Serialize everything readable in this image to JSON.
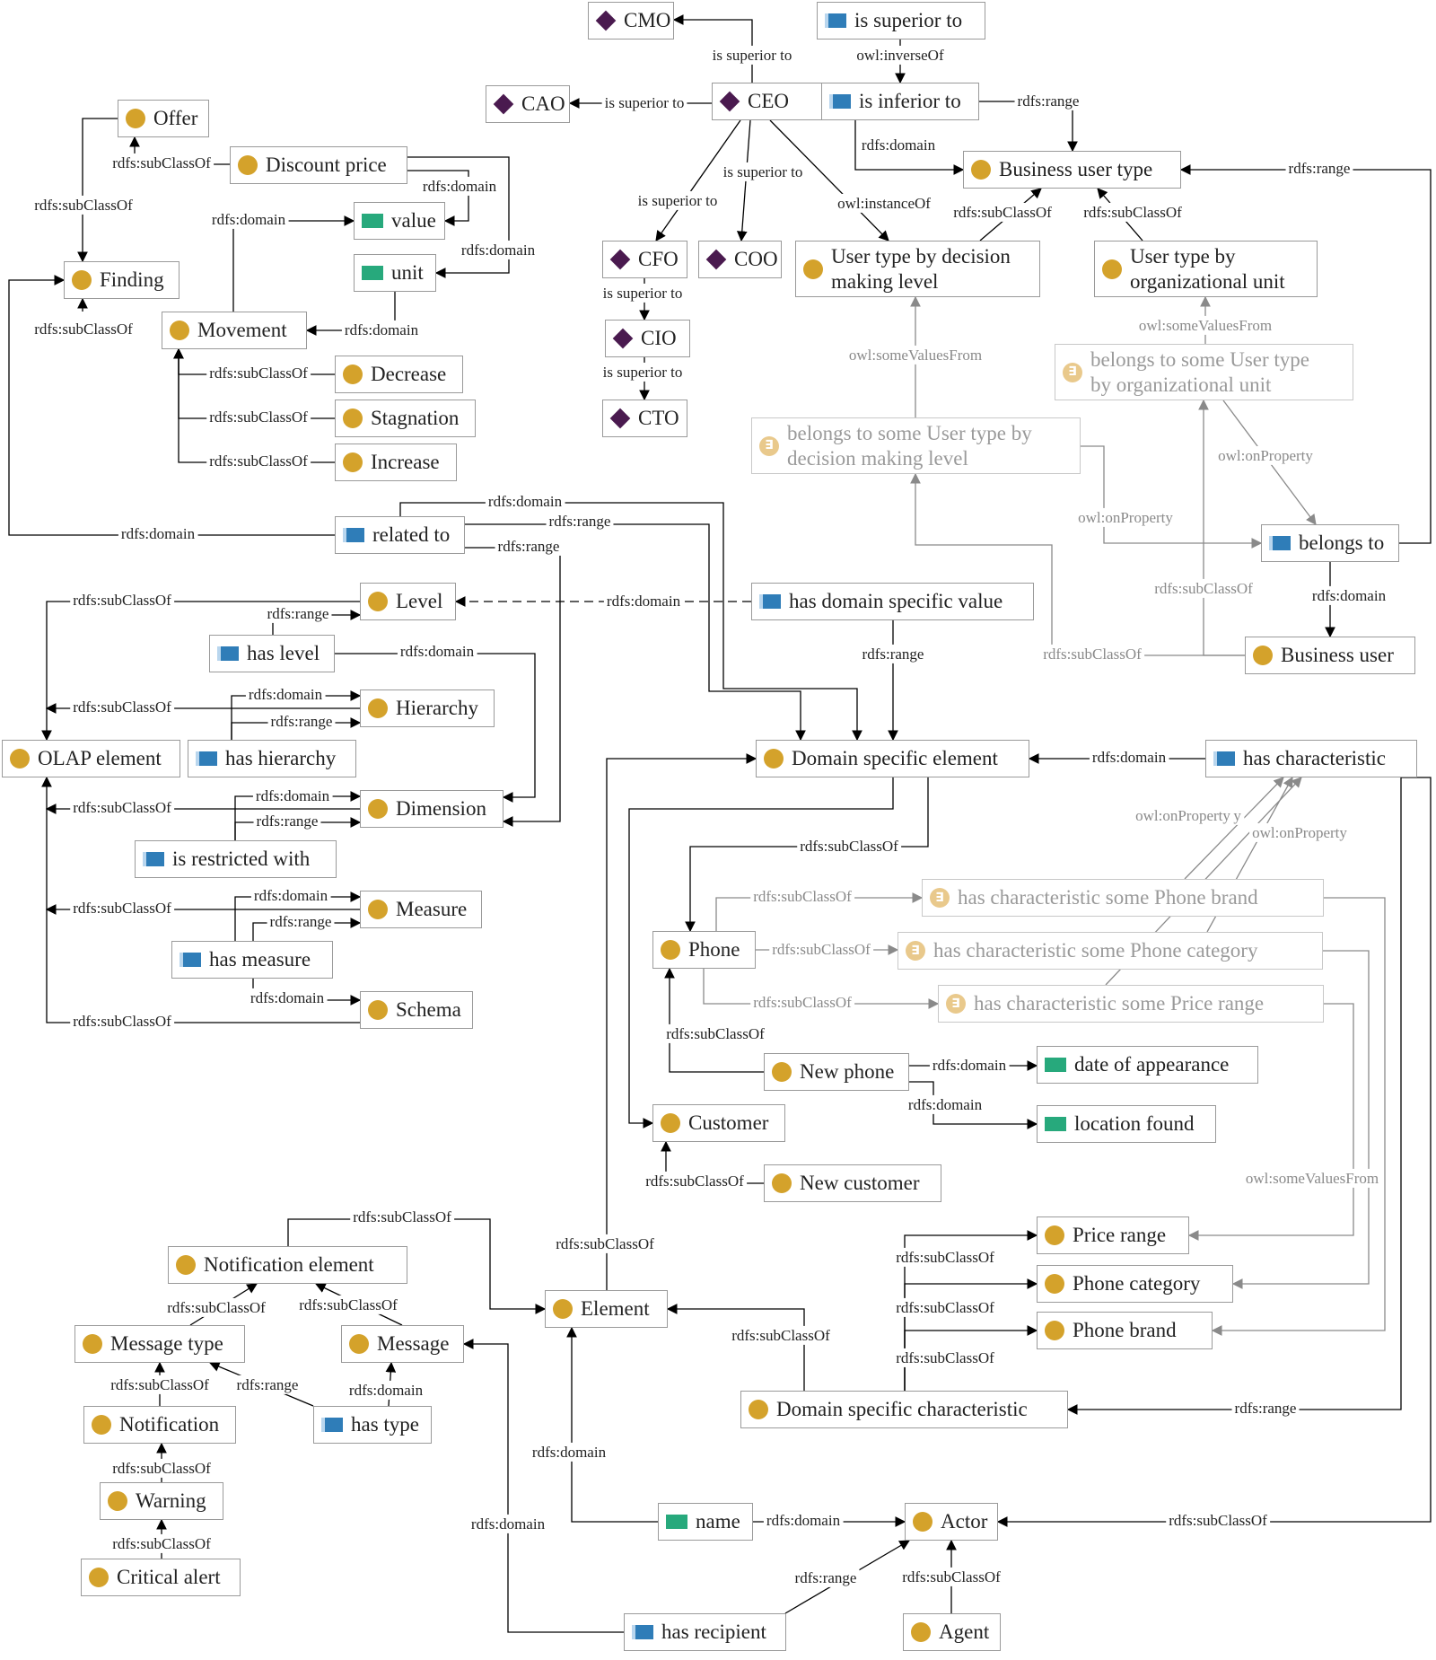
{
  "colors": {
    "class": "#d4a22b",
    "object_property": "#2f7db8",
    "data_property": "#27a97c",
    "individual": "#4a1a4f",
    "existential": "#e9c98c",
    "edge": "#000000",
    "edge_faded": "#8a8a8a"
  },
  "nodes": [
    {
      "id": "cmo",
      "type": "individual",
      "label": "CMO"
    },
    {
      "id": "cao",
      "type": "individual",
      "label": "CAO"
    },
    {
      "id": "ceo",
      "type": "individual",
      "label": "CEO"
    },
    {
      "id": "cfo",
      "type": "individual",
      "label": "CFO"
    },
    {
      "id": "coo",
      "type": "individual",
      "label": "COO"
    },
    {
      "id": "cio",
      "type": "individual",
      "label": "CIO"
    },
    {
      "id": "cto",
      "type": "individual",
      "label": "CTO"
    },
    {
      "id": "is_superior_to",
      "type": "object_property",
      "label": "is superior to"
    },
    {
      "id": "is_inferior_to",
      "type": "object_property",
      "label": "is inferior to"
    },
    {
      "id": "business_user_type",
      "type": "class",
      "label": "Business user type"
    },
    {
      "id": "ut_decision",
      "type": "class",
      "label": "User type by decision\nmaking level"
    },
    {
      "id": "ut_org",
      "type": "class",
      "label": "User type by\norganizational unit"
    },
    {
      "id": "belongs_org",
      "type": "existential",
      "label": "belongs to  some  User type\nby organizational unit"
    },
    {
      "id": "belongs_dec",
      "type": "existential",
      "label": "belongs to  some  User type by\ndecision making level"
    },
    {
      "id": "belongs_to",
      "type": "object_property",
      "label": "belongs to"
    },
    {
      "id": "business_user",
      "type": "class",
      "label": "Business user"
    },
    {
      "id": "offer",
      "type": "class",
      "label": "Offer"
    },
    {
      "id": "discount_price",
      "type": "class",
      "label": "Discount price"
    },
    {
      "id": "value",
      "type": "data_property",
      "label": "value"
    },
    {
      "id": "unit",
      "type": "data_property",
      "label": "unit"
    },
    {
      "id": "finding",
      "type": "class",
      "label": "Finding"
    },
    {
      "id": "movement",
      "type": "class",
      "label": "Movement"
    },
    {
      "id": "decrease",
      "type": "class",
      "label": "Decrease"
    },
    {
      "id": "stagnation",
      "type": "class",
      "label": "Stagnation"
    },
    {
      "id": "increase",
      "type": "class",
      "label": "Increase"
    },
    {
      "id": "related_to",
      "type": "object_property",
      "label": "related to"
    },
    {
      "id": "level",
      "type": "class",
      "label": "Level"
    },
    {
      "id": "has_dsv",
      "type": "object_property",
      "label": "has domain specific value"
    },
    {
      "id": "has_level",
      "type": "object_property",
      "label": "has level"
    },
    {
      "id": "hierarchy",
      "type": "class",
      "label": "Hierarchy"
    },
    {
      "id": "olap",
      "type": "class",
      "label": "OLAP element"
    },
    {
      "id": "has_hierarchy",
      "type": "object_property",
      "label": "has hierarchy"
    },
    {
      "id": "dimension",
      "type": "class",
      "label": "Dimension"
    },
    {
      "id": "is_restricted",
      "type": "object_property",
      "label": "is restricted with"
    },
    {
      "id": "measure",
      "type": "class",
      "label": "Measure"
    },
    {
      "id": "has_measure",
      "type": "object_property",
      "label": "has measure"
    },
    {
      "id": "schema",
      "type": "class",
      "label": "Schema"
    },
    {
      "id": "dse",
      "type": "class",
      "label": "Domain specific element"
    },
    {
      "id": "has_char",
      "type": "object_property",
      "label": "has characteristic"
    },
    {
      "id": "hc_brand",
      "type": "existential",
      "label": "has characteristic  some  Phone brand"
    },
    {
      "id": "hc_cat",
      "type": "existential",
      "label": "has characteristic  some  Phone category"
    },
    {
      "id": "hc_price",
      "type": "existential",
      "label": "has characteristic  some  Price range"
    },
    {
      "id": "phone",
      "type": "class",
      "label": "Phone"
    },
    {
      "id": "new_phone",
      "type": "class",
      "label": "New phone"
    },
    {
      "id": "date_app",
      "type": "data_property",
      "label": "date of appearance"
    },
    {
      "id": "customer",
      "type": "class",
      "label": "Customer"
    },
    {
      "id": "location",
      "type": "data_property",
      "label": "location found"
    },
    {
      "id": "new_customer",
      "type": "class",
      "label": "New customer"
    },
    {
      "id": "price_range",
      "type": "class",
      "label": "Price range"
    },
    {
      "id": "phone_cat",
      "type": "class",
      "label": "Phone category"
    },
    {
      "id": "phone_brand",
      "type": "class",
      "label": "Phone brand"
    },
    {
      "id": "dsc",
      "type": "class",
      "label": "Domain specific characteristic"
    },
    {
      "id": "notif_elem",
      "type": "class",
      "label": "Notification element"
    },
    {
      "id": "element",
      "type": "class",
      "label": "Element"
    },
    {
      "id": "message_type",
      "type": "class",
      "label": "Message type"
    },
    {
      "id": "message",
      "type": "class",
      "label": "Message"
    },
    {
      "id": "notification",
      "type": "class",
      "label": "Notification"
    },
    {
      "id": "has_type",
      "type": "object_property",
      "label": "has type"
    },
    {
      "id": "warning",
      "type": "class",
      "label": "Warning"
    },
    {
      "id": "critical",
      "type": "class",
      "label": "Critical alert"
    },
    {
      "id": "name",
      "type": "data_property",
      "label": "name"
    },
    {
      "id": "actor",
      "type": "class",
      "label": "Actor"
    },
    {
      "id": "has_recipient",
      "type": "object_property",
      "label": "has recipient"
    },
    {
      "id": "agent",
      "type": "class",
      "label": "Agent"
    }
  ],
  "edges": [
    {
      "from": "ceo",
      "to": "cmo",
      "label": "is superior to"
    },
    {
      "from": "ceo",
      "to": "cao",
      "label": "is superior to"
    },
    {
      "from": "ceo",
      "to": "cfo",
      "label": "is superior to"
    },
    {
      "from": "ceo",
      "to": "coo",
      "label": "is superior to"
    },
    {
      "from": "cfo",
      "to": "cio",
      "label": "is superior to"
    },
    {
      "from": "cio",
      "to": "cto",
      "label": "is superior to"
    },
    {
      "from": "ceo",
      "to": "ut_decision",
      "label": "owl:instanceOf"
    },
    {
      "from": "is_superior_to",
      "to": "is_inferior_to",
      "label": "owl:inverseOf"
    },
    {
      "from": "is_inferior_to",
      "to": "business_user_type",
      "label": "rdfs:range"
    },
    {
      "from": "is_inferior_to",
      "to": "business_user_type",
      "label": "rdfs:domain"
    },
    {
      "from": "ut_decision",
      "to": "business_user_type",
      "label": "rdfs:subClassOf"
    },
    {
      "from": "ut_org",
      "to": "business_user_type",
      "label": "rdfs:subClassOf"
    },
    {
      "from": "belongs_to",
      "to": "business_user_type",
      "label": "rdfs:range"
    },
    {
      "from": "belongs_org",
      "to": "ut_org",
      "label": "owl:someValuesFrom"
    },
    {
      "from": "belongs_dec",
      "to": "ut_decision",
      "label": "owl:someValuesFrom"
    },
    {
      "from": "belongs_org",
      "to": "belongs_to",
      "label": "owl:onProperty"
    },
    {
      "from": "belongs_dec",
      "to": "belongs_to",
      "label": "owl:onProperty"
    },
    {
      "from": "belongs_to",
      "to": "business_user",
      "label": "rdfs:domain"
    },
    {
      "from": "business_user",
      "to": "belongs_org",
      "label": "rdfs:subClassOf"
    },
    {
      "from": "business_user",
      "to": "belongs_dec",
      "label": "rdfs:subClassOf"
    },
    {
      "from": "discount_price",
      "to": "offer",
      "label": "rdfs:subClassOf"
    },
    {
      "from": "offer",
      "to": "finding",
      "label": "rdfs:subClassOf"
    },
    {
      "from": "value",
      "to": "discount_price",
      "label": "rdfs:domain"
    },
    {
      "from": "unit",
      "to": "discount_price",
      "label": "rdfs:domain"
    },
    {
      "from": "movement",
      "to": "value",
      "label": "rdfs:domain"
    },
    {
      "from": "unit",
      "to": "movement",
      "label": "rdfs:domain"
    },
    {
      "from": "movement",
      "to": "finding",
      "label": "rdfs:subClassOf"
    },
    {
      "from": "decrease",
      "to": "movement",
      "label": "rdfs:subClassOf"
    },
    {
      "from": "stagnation",
      "to": "movement",
      "label": "rdfs:subClassOf"
    },
    {
      "from": "increase",
      "to": "movement",
      "label": "rdfs:subClassOf"
    },
    {
      "from": "related_to",
      "to": "finding",
      "label": "rdfs:domain"
    },
    {
      "from": "related_to",
      "to": "dse",
      "label": "rdfs:domain"
    },
    {
      "from": "related_to",
      "to": "dse",
      "label": "rdfs:range"
    },
    {
      "from": "related_to",
      "to": "dimension",
      "label": "rdfs:range"
    },
    {
      "from": "has_dsv",
      "to": "level",
      "label": "rdfs:domain"
    },
    {
      "from": "has_dsv",
      "to": "dse",
      "label": "rdfs:range"
    },
    {
      "from": "has_level",
      "to": "level",
      "label": "rdfs:range"
    },
    {
      "from": "has_level",
      "to": "dimension",
      "label": "rdfs:domain"
    },
    {
      "from": "has_hierarchy",
      "to": "hierarchy",
      "label": "rdfs:domain"
    },
    {
      "from": "has_hierarchy",
      "to": "hierarchy",
      "label": "rdfs:range"
    },
    {
      "from": "is_restricted",
      "to": "dimension",
      "label": "rdfs:domain"
    },
    {
      "from": "is_restricted",
      "to": "dimension",
      "label": "rdfs:range"
    },
    {
      "from": "has_measure",
      "to": "measure",
      "label": "rdfs:domain"
    },
    {
      "from": "has_measure",
      "to": "measure",
      "label": "rdfs:range"
    },
    {
      "from": "has_measure",
      "to": "schema",
      "label": "rdfs:domain"
    },
    {
      "from": "level",
      "to": "olap",
      "label": "rdfs:subClassOf"
    },
    {
      "from": "hierarchy",
      "to": "olap",
      "label": "rdfs:subClassOf"
    },
    {
      "from": "dimension",
      "to": "olap",
      "label": "rdfs:subClassOf"
    },
    {
      "from": "measure",
      "to": "olap",
      "label": "rdfs:subClassOf"
    },
    {
      "from": "schema",
      "to": "olap",
      "label": "rdfs:subClassOf"
    },
    {
      "from": "has_char",
      "to": "dse",
      "label": "rdfs:domain"
    },
    {
      "from": "dse",
      "to": "phone",
      "label": "rdfs:subClassOf"
    },
    {
      "from": "dse",
      "to": "customer",
      "label": "rdfs:subClassOf"
    },
    {
      "from": "hc_brand",
      "to": "has_char",
      "label": "owl:onProperty"
    },
    {
      "from": "hc_cat",
      "to": "has_char",
      "label": "owl:onProperty"
    },
    {
      "from": "hc_price",
      "to": "has_char",
      "label": "owl:onProperty"
    },
    {
      "from": "phone",
      "to": "hc_brand",
      "label": "rdfs:subClassOf"
    },
    {
      "from": "phone",
      "to": "hc_cat",
      "label": "rdfs:subClassOf"
    },
    {
      "from": "phone",
      "to": "hc_price",
      "label": "rdfs:subClassOf"
    },
    {
      "from": "new_phone",
      "to": "phone",
      "label": "rdfs:subClassOf"
    },
    {
      "from": "new_phone",
      "to": "date_app",
      "label": "rdfs:domain"
    },
    {
      "from": "new_phone",
      "to": "location",
      "label": "rdfs:domain"
    },
    {
      "from": "new_customer",
      "to": "customer",
      "label": "rdfs:subClassOf"
    },
    {
      "from": "hc_price",
      "to": "price_range",
      "label": "owl:someValuesFrom"
    },
    {
      "from": "hc_cat",
      "to": "phone_cat",
      "label": "owl:someValuesFrom"
    },
    {
      "from": "hc_brand",
      "to": "phone_brand",
      "label": "owl:someValuesFrom"
    },
    {
      "from": "dsc",
      "to": "price_range",
      "label": "rdfs:subClassOf"
    },
    {
      "from": "dsc",
      "to": "phone_cat",
      "label": "rdfs:subClassOf"
    },
    {
      "from": "dsc",
      "to": "phone_brand",
      "label": "rdfs:subClassOf"
    },
    {
      "from": "dsc",
      "to": "element",
      "label": "rdfs:subClassOf"
    },
    {
      "from": "has_char",
      "to": "dsc",
      "label": "rdfs:range"
    },
    {
      "from": "has_char",
      "to": "actor",
      "label": "rdfs:subClassOf"
    },
    {
      "from": "element",
      "to": "dse",
      "label": "rdfs:subClassOf"
    },
    {
      "from": "notif_elem",
      "to": "element",
      "label": "rdfs:subClassOf"
    },
    {
      "from": "message_type",
      "to": "notif_elem",
      "label": "rdfs:subClassOf"
    },
    {
      "from": "message",
      "to": "notif_elem",
      "label": "rdfs:subClassOf"
    },
    {
      "from": "notification",
      "to": "message_type",
      "label": "rdfs:subClassOf"
    },
    {
      "from": "has_type",
      "to": "message_type",
      "label": "rdfs:range"
    },
    {
      "from": "has_type",
      "to": "message",
      "label": "rdfs:domain"
    },
    {
      "from": "warning",
      "to": "notification",
      "label": "rdfs:subClassOf"
    },
    {
      "from": "critical",
      "to": "warning",
      "label": "rdfs:subClassOf"
    },
    {
      "from": "name",
      "to": "element",
      "label": "rdfs:domain"
    },
    {
      "from": "name",
      "to": "actor",
      "label": "rdfs:domain"
    },
    {
      "from": "has_recipient",
      "to": "message",
      "label": "rdfs:domain"
    },
    {
      "from": "has_recipient",
      "to": "actor",
      "label": "rdfs:range"
    },
    {
      "from": "agent",
      "to": "actor",
      "label": "rdfs:subClassOf"
    }
  ]
}
